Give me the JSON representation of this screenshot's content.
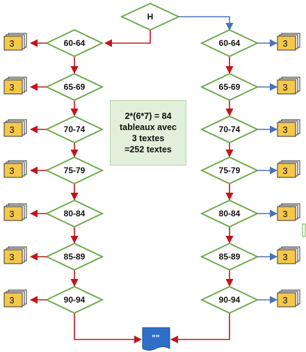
{
  "top_node": {
    "label": "H"
  },
  "left_column": [
    "60-64",
    "65-69",
    "70-74",
    "75-79",
    "80-84",
    "85-89",
    "90-94"
  ],
  "right_column": [
    "60-64",
    "65-69",
    "70-74",
    "75-79",
    "80-84",
    "85-89",
    "90-94"
  ],
  "document_count_label": "3",
  "note": {
    "lines": [
      "2*(6*7) = 84",
      "tableaux avec",
      "3 textes",
      "=252 textes"
    ]
  },
  "output_document": {
    "label": "\"\""
  },
  "colors": {
    "diamond_border": "#71a84d",
    "red_arrow": "#c0161b",
    "blue_arrow": "#4a72b8",
    "doc_fill": "#f5c84c",
    "doc_border": "#333333",
    "output_fill": "#2e6fc9",
    "note_fill": "#e2efda"
  },
  "icons": {
    "document_stack": "document-stack-icon",
    "output": "output-document-icon"
  }
}
